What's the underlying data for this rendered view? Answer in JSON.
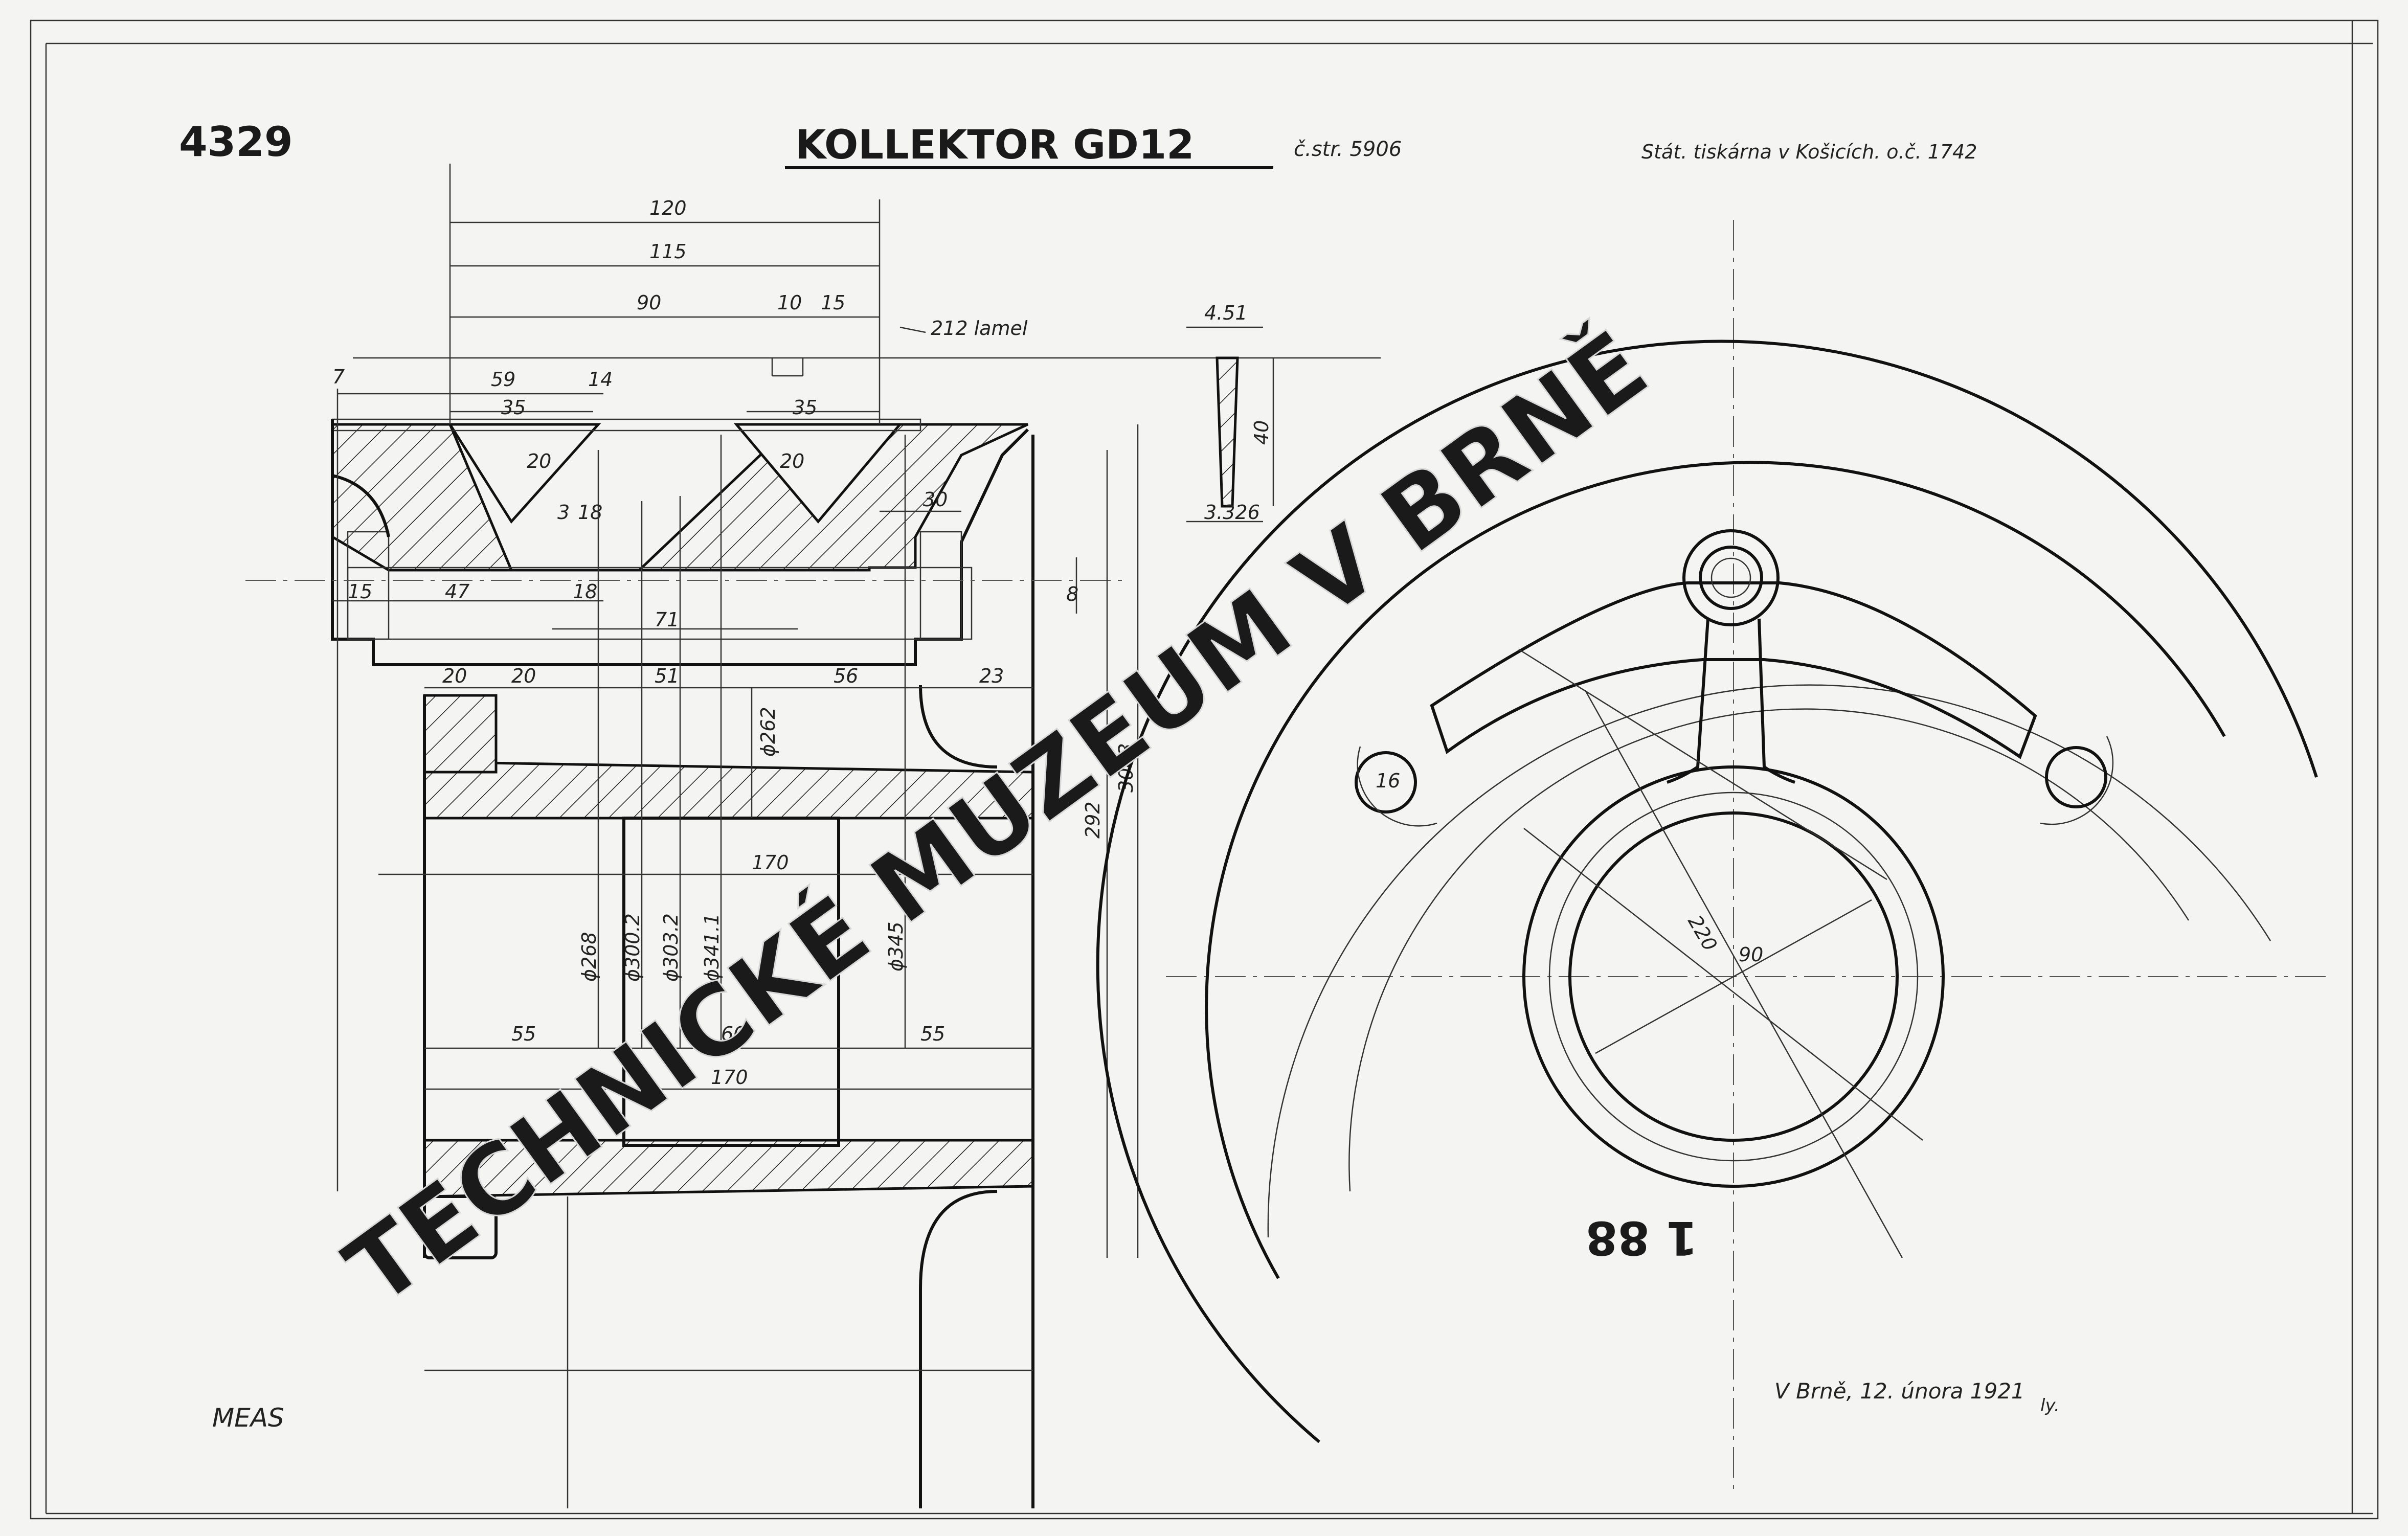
{
  "header": {
    "drawing_number": "4329",
    "title": "KOLLEKTOR GD12",
    "page_ref": "č.str. 5906",
    "printer_note": "Stát. tiskárna v Košicích. o.č. 1742"
  },
  "footer": {
    "left_mark": "MEAS",
    "place_date": "V Brně, 12. února 1921",
    "stamp_number": "1 88",
    "signature_mark": "ly."
  },
  "watermark": "TECHNICKÉ MUZEUM V BRNĚ",
  "dimensions": {
    "d120": "120",
    "d115": "115",
    "d90": "90",
    "d10": "10",
    "d15_top": "15",
    "lamel_note": "212 lamel",
    "d7": "7",
    "d59": "59",
    "d14": "14",
    "d35_left": "35",
    "d35_right": "35",
    "d20_left": "20",
    "d20_right": "20",
    "d3": "3",
    "d18_small": "18",
    "d30": "30",
    "d15_left": "15",
    "d47": "47",
    "d18": "18",
    "d71": "71",
    "d8": "8",
    "d20_a": "20",
    "d20_b": "20",
    "d51": "51",
    "d56": "56",
    "d23": "23",
    "phi262": "ϕ262",
    "d292": "292",
    "d3043": "3043",
    "d170_top": "170",
    "phi268": "ϕ268",
    "phi3002": "ϕ300.2",
    "phi3032": "ϕ303.2",
    "phi3411": "ϕ341.1",
    "phi345": "ϕ345",
    "d55_left": "55",
    "d60": "60",
    "d55_right": "55",
    "d170_bottom": "170",
    "seg_451": "4.51",
    "seg_40": "40",
    "seg_3326": "3.326",
    "hole_16": "16",
    "bore_220": "220",
    "bore_90": "90"
  }
}
